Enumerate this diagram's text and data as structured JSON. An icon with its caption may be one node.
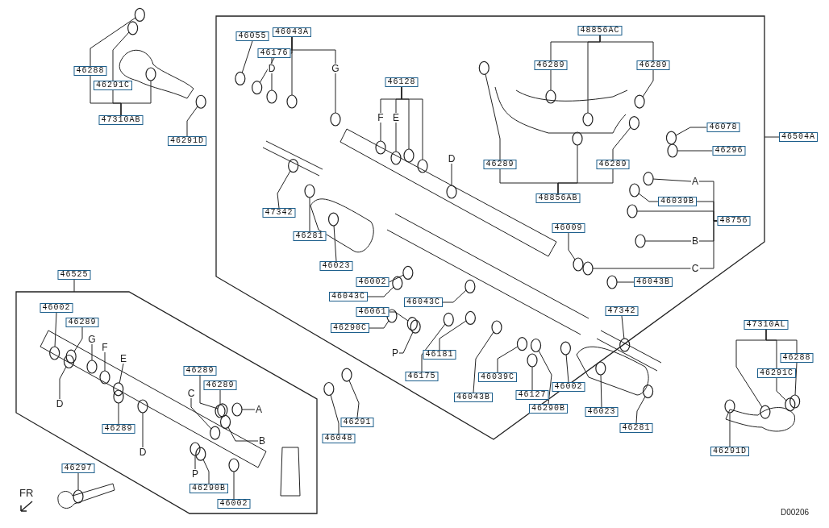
{
  "diagram": {
    "nodes": [
      {
        "text": [
          "46288"
        ]
      },
      {
        "text": [
          "46291C"
        ]
      },
      {
        "text": [
          "47310AB"
        ]
      },
      {
        "text": [
          "46291D"
        ]
      },
      {
        "text": [
          "46055"
        ]
      },
      {
        "text": [
          "46043A"
        ]
      },
      {
        "text": [
          "46176"
        ]
      },
      {
        "text": [
          "D"
        ]
      },
      {
        "text": [
          "G"
        ]
      },
      {
        "text": [
          "46128"
        ]
      },
      {
        "text": [
          "F"
        ]
      },
      {
        "text": [
          "E"
        ]
      },
      {
        "text": [
          "D"
        ]
      },
      {
        "text": [
          "47342"
        ]
      },
      {
        "text": [
          "46281"
        ]
      },
      {
        "text": [
          "46023"
        ]
      },
      {
        "text": [
          "48856AC"
        ]
      },
      {
        "text": [
          "46289"
        ]
      },
      {
        "text": [
          "46289"
        ]
      },
      {
        "text": [
          "46289"
        ]
      },
      {
        "text": [
          "46289"
        ]
      },
      {
        "text": [
          "48856AB"
        ]
      },
      {
        "text": [
          "46078"
        ]
      },
      {
        "text": [
          "46296"
        ]
      },
      {
        "text": [
          "46504A"
        ]
      },
      {
        "text": [
          "A"
        ]
      },
      {
        "text": [
          "46039B"
        ]
      },
      {
        "text": [
          "48756"
        ]
      },
      {
        "text": [
          "B"
        ]
      },
      {
        "text": [
          "C"
        ]
      },
      {
        "text": [
          "46009"
        ]
      },
      {
        "text": [
          "46043B"
        ]
      },
      {
        "text": [
          "46002"
        ]
      },
      {
        "text": [
          "46043C"
        ]
      },
      {
        "text": [
          "46043C"
        ]
      },
      {
        "text": [
          "46061"
        ]
      },
      {
        "text": [
          "46290C"
        ]
      },
      {
        "text": [
          "P"
        ]
      },
      {
        "text": [
          "46181"
        ]
      },
      {
        "text": [
          "46175"
        ]
      },
      {
        "text": [
          "46043B"
        ]
      },
      {
        "text": [
          "46039C"
        ]
      },
      {
        "text": [
          "46127"
        ]
      },
      {
        "text": [
          "46290B"
        ]
      },
      {
        "text": [
          "46002"
        ]
      },
      {
        "text": [
          "46023"
        ]
      },
      {
        "text": [
          "46281"
        ]
      },
      {
        "text": [
          "47342"
        ]
      },
      {
        "text": [
          "47310AL"
        ]
      },
      {
        "text": [
          "46288"
        ]
      },
      {
        "text": [
          "46291C"
        ]
      },
      {
        "text": [
          "46291D"
        ]
      },
      {
        "text": [
          "46525"
        ]
      },
      {
        "text": [
          "46002"
        ]
      },
      {
        "text": [
          "46289"
        ]
      },
      {
        "text": [
          "G"
        ]
      },
      {
        "text": [
          "F"
        ]
      },
      {
        "text": [
          "E"
        ]
      },
      {
        "text": [
          "D"
        ]
      },
      {
        "text": [
          "46289"
        ]
      },
      {
        "text": [
          "D"
        ]
      },
      {
        "text": [
          "46289"
        ]
      },
      {
        "text": [
          "46289"
        ]
      },
      {
        "text": [
          "C"
        ]
      },
      {
        "text": [
          "A"
        ]
      },
      {
        "text": [
          "B"
        ]
      },
      {
        "text": [
          "P"
        ]
      },
      {
        "text": [
          "46290B"
        ]
      },
      {
        "text": [
          "46002"
        ]
      },
      {
        "text": [
          "46297"
        ]
      },
      {
        "text": [
          "46291"
        ]
      },
      {
        "text": [
          "46048"
        ]
      },
      {
        "text": [],
        "shape": "circle"
      },
      {
        "text": [],
        "shape": "circle"
      },
      {
        "text": [],
        "shape": "circle"
      },
      {
        "text": [],
        "shape": "circle"
      },
      {
        "text": [],
        "shape": "circle"
      },
      {
        "text": [],
        "shape": "circle"
      },
      {
        "text": [],
        "shape": "circle"
      },
      {
        "text": [],
        "shape": "circle"
      },
      {
        "text": [],
        "shape": "circle"
      },
      {
        "text": [],
        "shape": "circle"
      },
      {
        "text": [],
        "shape": "circle"
      },
      {
        "text": [],
        "shape": "circle"
      },
      {
        "text": [],
        "shape": "circle"
      },
      {
        "text": [],
        "shape": "circle"
      },
      {
        "text": [],
        "shape": "circle"
      },
      {
        "text": [],
        "shape": "circle"
      },
      {
        "text": [],
        "shape": "circle"
      },
      {
        "text": [],
        "shape": "circle"
      },
      {
        "text": [],
        "shape": "circle"
      },
      {
        "text": [],
        "shape": "circle"
      },
      {
        "text": [],
        "shape": "circle"
      },
      {
        "text": [],
        "shape": "circle"
      },
      {
        "text": [],
        "shape": "circle"
      },
      {
        "text": [],
        "shape": "circle"
      },
      {
        "text": [],
        "shape": "circle"
      },
      {
        "text": [],
        "shape": "circle"
      },
      {
        "text": [],
        "shape": "circle"
      },
      {
        "text": [],
        "shape": "circle"
      },
      {
        "text": [],
        "shape": "circle"
      },
      {
        "text": [],
        "shape": "circle"
      },
      {
        "text": [],
        "shape": "circle"
      },
      {
        "text": [],
        "shape": "circle"
      },
      {
        "text": [],
        "shape": "circle"
      },
      {
        "text": [],
        "shape": "circle"
      },
      {
        "text": [],
        "shape": "circle"
      },
      {
        "text": [],
        "shape": "circle"
      },
      {
        "text": [],
        "shape": "circle"
      },
      {
        "text": [],
        "shape": "circle"
      },
      {
        "text": [],
        "shape": "circle"
      },
      {
        "text": [],
        "shape": "circle"
      },
      {
        "text": [],
        "shape": "circle"
      },
      {
        "text": [],
        "shape": "circle"
      },
      {
        "text": [],
        "shape": "circle"
      },
      {
        "text": [],
        "shape": "circle"
      },
      {
        "text": [],
        "shape": "circle"
      },
      {
        "text": [],
        "shape": "circle"
      },
      {
        "text": [],
        "shape": "circle"
      },
      {
        "text": [],
        "shape": "circle"
      },
      {
        "text": [],
        "shape": "circle"
      },
      {
        "text": [],
        "shape": "circle"
      },
      {
        "text": [],
        "shape": "circle"
      },
      {
        "text": [],
        "shape": "circle"
      },
      {
        "text": [],
        "shape": "circle"
      },
      {
        "text": [],
        "shape": "circle"
      },
      {
        "text": [],
        "shape": "circle"
      },
      {
        "text": [],
        "shape": "circle"
      },
      {
        "text": [],
        "shape": "circle"
      },
      {
        "text": [],
        "shape": "circle"
      },
      {
        "text": [],
        "shape": "circle"
      },
      {
        "text": [],
        "shape": "circle"
      },
      {
        "text": [],
        "shape": "circle"
      },
      {
        "text": [],
        "shape": "circle"
      },
      {
        "text": [],
        "shape": "circle"
      },
      {
        "text": [],
        "shape": "circle"
      },
      {
        "text": [],
        "shape": "circle"
      },
      {
        "text": [],
        "shape": "circle"
      },
      {
        "text": [],
        "shape": "circle"
      },
      {
        "text": [],
        "shape": "circle"
      },
      {
        "text": [],
        "shape": "circle"
      },
      {
        "text": [],
        "shape": "circle"
      },
      {
        "text": [],
        "shape": "circle"
      }
    ],
    "edges": [
      {
        "from": 0,
        "to": 72,
        "arrow": "none"
      },
      {
        "from": 1,
        "to": 73,
        "arrow": "none"
      },
      {
        "from": 2,
        "to": 0,
        "arrow": "none"
      },
      {
        "from": 2,
        "to": 1,
        "arrow": "none"
      },
      {
        "from": 2,
        "to": 74,
        "arrow": "none"
      },
      {
        "from": 3,
        "to": 75,
        "arrow": "none"
      },
      {
        "from": 4,
        "to": 76,
        "arrow": "none"
      },
      {
        "from": 5,
        "to": 77,
        "arrow": "none"
      },
      {
        "from": 5,
        "to": 6,
        "arrow": "none"
      },
      {
        "from": 5,
        "to": 7,
        "arrow": "none"
      },
      {
        "from": 5,
        "to": 8,
        "arrow": "none"
      },
      {
        "from": 6,
        "to": 78,
        "arrow": "none"
      },
      {
        "from": 7,
        "to": 79,
        "arrow": "none"
      },
      {
        "from": 8,
        "to": 80,
        "arrow": "none"
      },
      {
        "from": 9,
        "to": 10,
        "arrow": "none"
      },
      {
        "from": 9,
        "to": 11,
        "arrow": "none"
      },
      {
        "from": 9,
        "to": 81,
        "arrow": "none"
      },
      {
        "from": 9,
        "to": 82,
        "arrow": "none"
      },
      {
        "from": 10,
        "to": 83,
        "arrow": "none"
      },
      {
        "from": 11,
        "to": 84,
        "arrow": "none"
      },
      {
        "from": 12,
        "to": 85,
        "arrow": "none"
      },
      {
        "from": 13,
        "to": 86,
        "arrow": "none"
      },
      {
        "from": 14,
        "to": 87,
        "arrow": "none"
      },
      {
        "from": 15,
        "to": 88,
        "arrow": "none"
      },
      {
        "from": 16,
        "to": 17,
        "arrow": "none"
      },
      {
        "from": 16,
        "to": 18,
        "arrow": "none"
      },
      {
        "from": 16,
        "to": 89,
        "arrow": "none"
      },
      {
        "from": 17,
        "to": 90,
        "arrow": "none"
      },
      {
        "from": 18,
        "to": 91,
        "arrow": "none"
      },
      {
        "from": 19,
        "to": 92,
        "arrow": "none"
      },
      {
        "from": 20,
        "to": 93,
        "arrow": "none"
      },
      {
        "from": 21,
        "to": 19,
        "arrow": "none"
      },
      {
        "from": 21,
        "to": 20,
        "arrow": "none"
      },
      {
        "from": 21,
        "to": 94,
        "arrow": "none"
      },
      {
        "from": 22,
        "to": 95,
        "arrow": "none"
      },
      {
        "from": 23,
        "to": 96,
        "arrow": "none"
      },
      {
        "from": 24,
        "to": null,
        "arrow": "none"
      },
      {
        "from": 25,
        "to": 97,
        "arrow": "none"
      },
      {
        "from": 26,
        "to": 98,
        "arrow": "none"
      },
      {
        "from": 27,
        "to": 25,
        "arrow": "none"
      },
      {
        "from": 27,
        "to": 26,
        "arrow": "none"
      },
      {
        "from": 27,
        "to": 28,
        "arrow": "none"
      },
      {
        "from": 27,
        "to": 29,
        "arrow": "none"
      },
      {
        "from": 27,
        "to": 99,
        "arrow": "none"
      },
      {
        "from": 28,
        "to": 100,
        "arrow": "none"
      },
      {
        "from": 29,
        "to": 101,
        "arrow": "none"
      },
      {
        "from": 30,
        "to": 102,
        "arrow": "none"
      },
      {
        "from": 31,
        "to": 103,
        "arrow": "none"
      },
      {
        "from": 32,
        "to": 104,
        "arrow": "none"
      },
      {
        "from": 33,
        "to": 105,
        "arrow": "none"
      },
      {
        "from": 34,
        "to": 106,
        "arrow": "none"
      },
      {
        "from": 35,
        "to": 107,
        "arrow": "none"
      },
      {
        "from": 36,
        "to": 108,
        "arrow": "none"
      },
      {
        "from": 37,
        "to": 109,
        "arrow": "none"
      },
      {
        "from": 38,
        "to": 110,
        "arrow": "none"
      },
      {
        "from": 39,
        "to": 111,
        "arrow": "none"
      },
      {
        "from": 40,
        "to": 112,
        "arrow": "none"
      },
      {
        "from": 41,
        "to": 113,
        "arrow": "none"
      },
      {
        "from": 42,
        "to": 114,
        "arrow": "none"
      },
      {
        "from": 43,
        "to": 115,
        "arrow": "none"
      },
      {
        "from": 44,
        "to": 116,
        "arrow": "none"
      },
      {
        "from": 45,
        "to": 117,
        "arrow": "none"
      },
      {
        "from": 46,
        "to": 118,
        "arrow": "none"
      },
      {
        "from": 47,
        "to": 119,
        "arrow": "none"
      },
      {
        "from": 48,
        "to": 49,
        "arrow": "none"
      },
      {
        "from": 48,
        "to": 50,
        "arrow": "none"
      },
      {
        "from": 48,
        "to": 120,
        "arrow": "none"
      },
      {
        "from": 49,
        "to": 121,
        "arrow": "none"
      },
      {
        "from": 50,
        "to": 122,
        "arrow": "none"
      },
      {
        "from": 51,
        "to": 123,
        "arrow": "none"
      },
      {
        "from": 52,
        "to": null,
        "arrow": "none"
      },
      {
        "from": 53,
        "to": 124,
        "arrow": "none"
      },
      {
        "from": 54,
        "to": 125,
        "arrow": "none"
      },
      {
        "from": 55,
        "to": 126,
        "arrow": "none"
      },
      {
        "from": 56,
        "to": 127,
        "arrow": "none"
      },
      {
        "from": 57,
        "to": 128,
        "arrow": "none"
      },
      {
        "from": 58,
        "to": 129,
        "arrow": "none"
      },
      {
        "from": 59,
        "to": 130,
        "arrow": "none"
      },
      {
        "from": 60,
        "to": 131,
        "arrow": "none"
      },
      {
        "from": 61,
        "to": 132,
        "arrow": "none"
      },
      {
        "from": 62,
        "to": 133,
        "arrow": "none"
      },
      {
        "from": 63,
        "to": 134,
        "arrow": "none"
      },
      {
        "from": 64,
        "to": 135,
        "arrow": "none"
      },
      {
        "from": 65,
        "to": 136,
        "arrow": "none"
      },
      {
        "from": 66,
        "to": 137,
        "arrow": "none"
      },
      {
        "from": 67,
        "to": 138,
        "arrow": "none"
      },
      {
        "from": 68,
        "to": 139,
        "arrow": "none"
      },
      {
        "from": 69,
        "to": 140,
        "arrow": "none"
      },
      {
        "from": 70,
        "to": 141,
        "arrow": "none"
      },
      {
        "from": 71,
        "to": 142,
        "arrow": "none"
      }
    ],
    "labels": [
      "FR",
      "D00206"
    ]
  }
}
